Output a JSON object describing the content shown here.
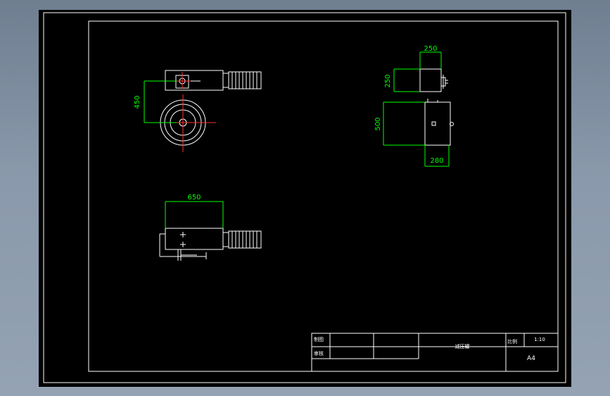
{
  "drawing": {
    "dimensions": {
      "top_width": "250",
      "top_height": "250",
      "side_height": "500",
      "side_width": "280",
      "left_spacing": "450",
      "front_width": "650"
    },
    "title_block": {
      "row1_label": "制图",
      "row2_label": "审核",
      "drawing_name": "减压罐",
      "scale_label": "比例",
      "scale_value": "1:10",
      "paper_size": "A4"
    }
  },
  "colors": {
    "background": "#000000",
    "lines": "#ffffff",
    "dimensions": "#00ff00",
    "centerlines": "#ff0000",
    "frame_bg": "#8a99ab"
  }
}
